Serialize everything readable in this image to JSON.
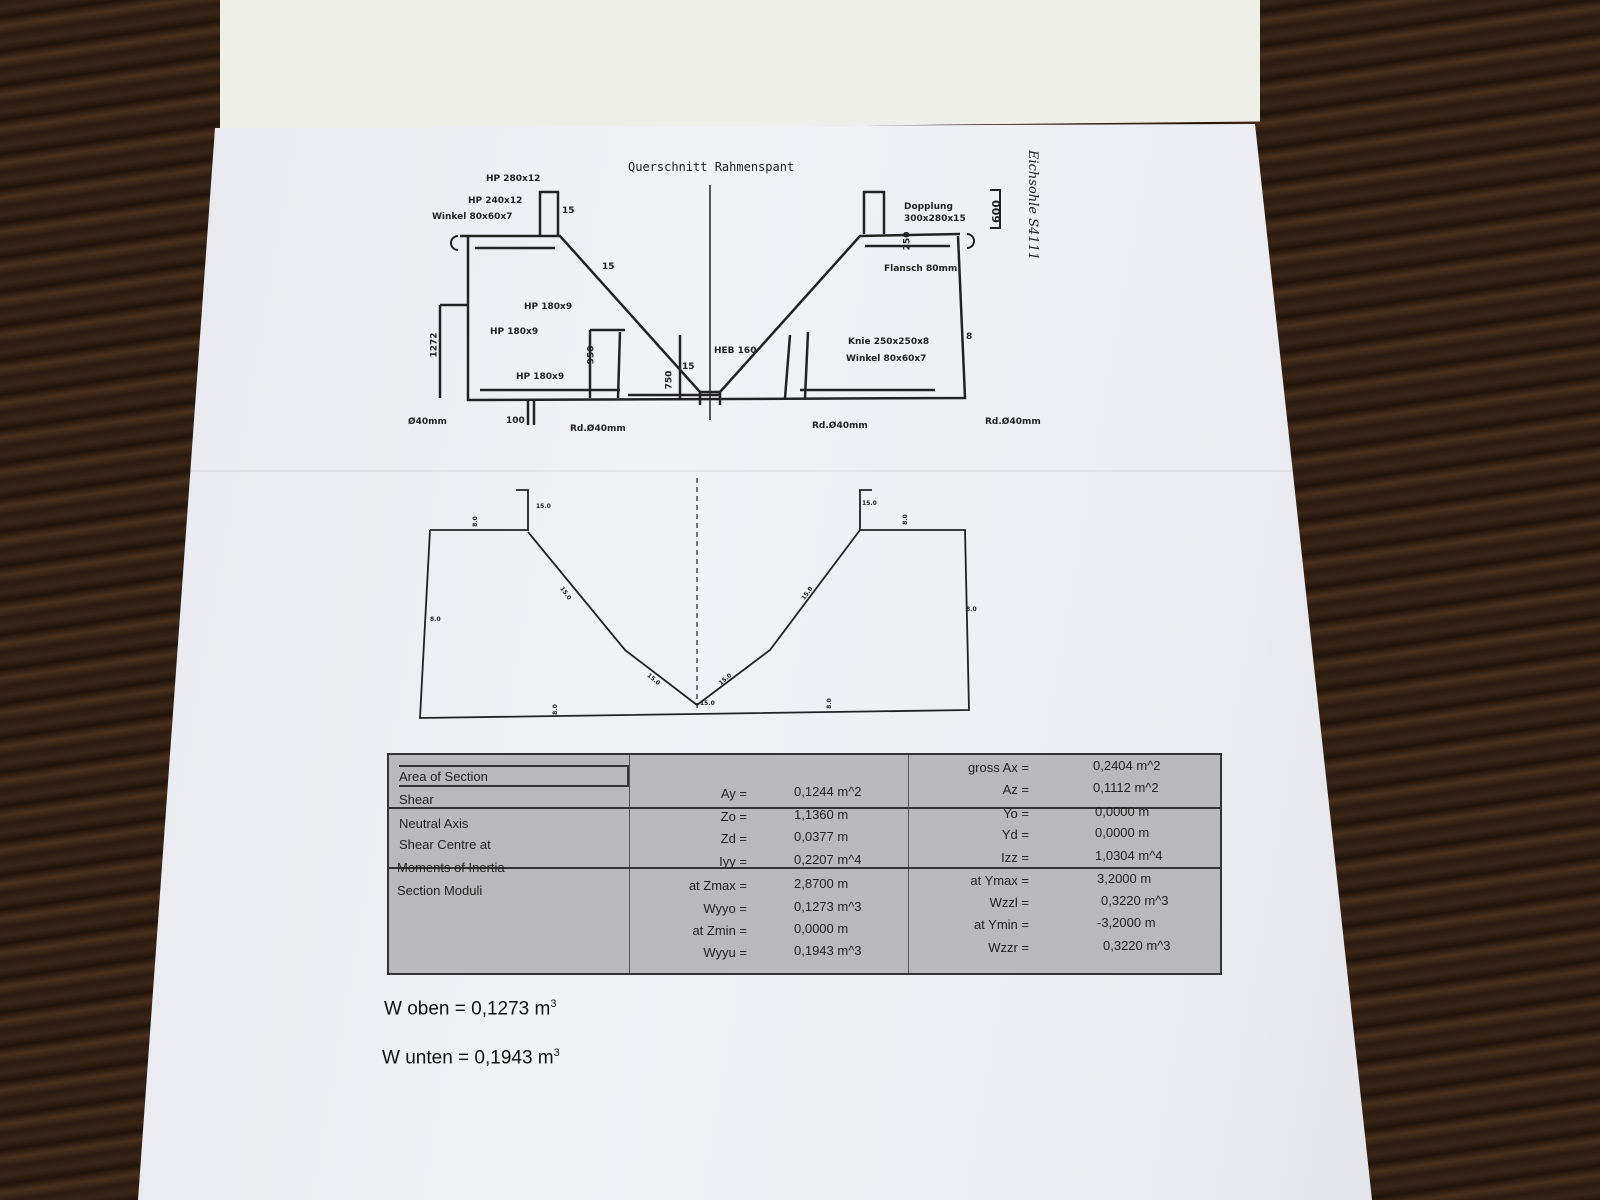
{
  "drawing": {
    "title": "Querschnitt Rahmenspant",
    "labels": [
      "HP 280x12",
      "HP 240x12",
      "Winkel 80x60x7",
      "HP 180x9",
      "HP 180x9",
      "HP 180x9",
      "1272",
      "950",
      "750",
      "15",
      "15",
      "15",
      "HEB 160",
      "Ø40mm",
      "100",
      "Rd.Ø40mm",
      "Rd.Ø40mm",
      "Rd.Ø40mm",
      "Dopplung",
      "300x280x15",
      "Flansch 80mm",
      "250",
      "Knie 250x250x8",
      "Winkel 80x60x7",
      "8",
      "600"
    ],
    "handwritten": "Eichsohle S4111"
  },
  "outline_labels": [
    "15.0",
    "15.0",
    "8.0",
    "8.0",
    "15.0",
    "15.0",
    "15.0",
    "15.0",
    "8.0",
    "8.0",
    "15.0",
    "8.0",
    "8.0"
  ],
  "table": {
    "row_labels": [
      "Area of Section",
      "Shear",
      "Neutral Axis",
      "Shear Centre at",
      "Moments of Inertia",
      "Section Moduli"
    ],
    "mid": [
      {
        "k": "Ay =",
        "v": "0,1244  m^2"
      },
      {
        "k": "Zo =",
        "v": "1,1360  m"
      },
      {
        "k": "Zd =",
        "v": "0,0377  m"
      },
      {
        "k": "Iyy =",
        "v": "0,2207  m^4"
      },
      {
        "k": "at Zmax =",
        "v": "2,8700  m"
      },
      {
        "k": "Wyyo =",
        "v": "0,1273  m^3"
      },
      {
        "k": "at Zmin =",
        "v": "0,0000  m"
      },
      {
        "k": "Wyyu =",
        "v": "0,1943  m^3"
      }
    ],
    "right": [
      {
        "k": "gross Ax =",
        "v": "0,2404  m^2"
      },
      {
        "k": "Az =",
        "v": "0,1112  m^2"
      },
      {
        "k": "Yo =",
        "v": "0,0000  m"
      },
      {
        "k": "Yd =",
        "v": "0,0000  m"
      },
      {
        "k": "Izz =",
        "v": "1,0304  m^4"
      },
      {
        "k": "at Ymax =",
        "v": "3,2000  m"
      },
      {
        "k": "Wzzl =",
        "v": "0,3220  m^3"
      },
      {
        "k": "at Ymin =",
        "v": "-3,2000  m"
      },
      {
        "k": "Wzzr =",
        "v": "0,3220  m^3"
      }
    ]
  },
  "notes": {
    "w_oben": "W oben = 0,1273 m",
    "w_unten": "W unten = 0,1943 m",
    "unit_exp": "3"
  }
}
